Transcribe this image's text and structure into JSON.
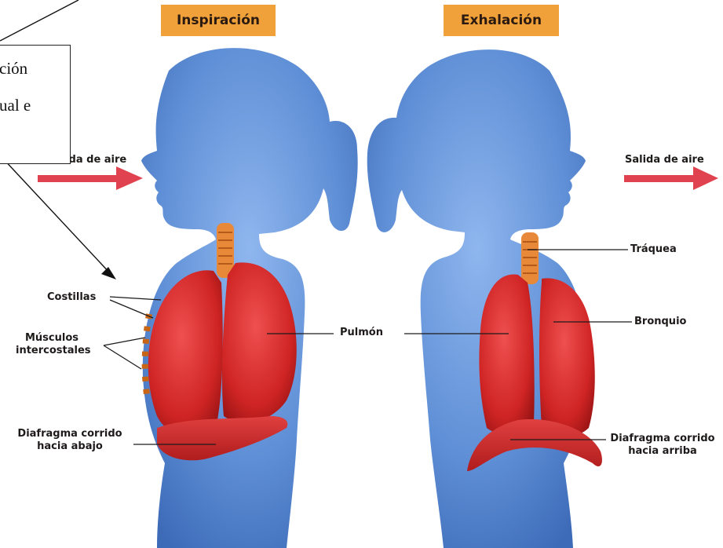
{
  "titles": {
    "left": "Inspiración",
    "right": "Exhalación"
  },
  "labels": {
    "entrada_aire": "Entrada de aire",
    "salida_aire": "Salida de aire",
    "costillas": "Costillas",
    "musculos_line1": "Músculos",
    "musculos_line2": "intercostales",
    "pulmon": "Pulmón",
    "traquea": "Tráquea",
    "bronquio": "Bronquio",
    "diafragma_abajo_line1": "Diafragma corrido",
    "diafragma_abajo_line2": "hacia abajo",
    "diafragma_arriba_line1": "Diafragma corrido",
    "diafragma_arriba_line2": "hacia arriba"
  },
  "note": {
    "line1": "ción",
    "line2": "ual e"
  },
  "colors": {
    "body_blue": "#5f8fd6",
    "lung_red": "#d42a2a",
    "trachea_orange": "#e8893a",
    "arrow_red": "#e0434f",
    "title_bg": "#f0a13a"
  }
}
